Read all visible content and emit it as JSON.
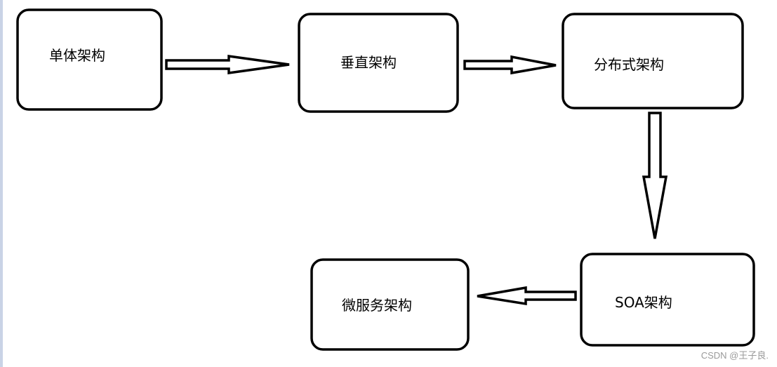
{
  "nodes": {
    "monolithic": "单体架构",
    "vertical": "垂直架构",
    "distributed": "分布式架构",
    "soa": "SOA架构",
    "microservice": "微服务架构"
  },
  "edges": [
    {
      "from": "单体架构",
      "to": "垂直架构"
    },
    {
      "from": "垂直架构",
      "to": "分布式架构"
    },
    {
      "from": "分布式架构",
      "to": "SOA架构"
    },
    {
      "from": "SOA架构",
      "to": "微服务架构"
    }
  ],
  "watermark": "CSDN @王子良."
}
